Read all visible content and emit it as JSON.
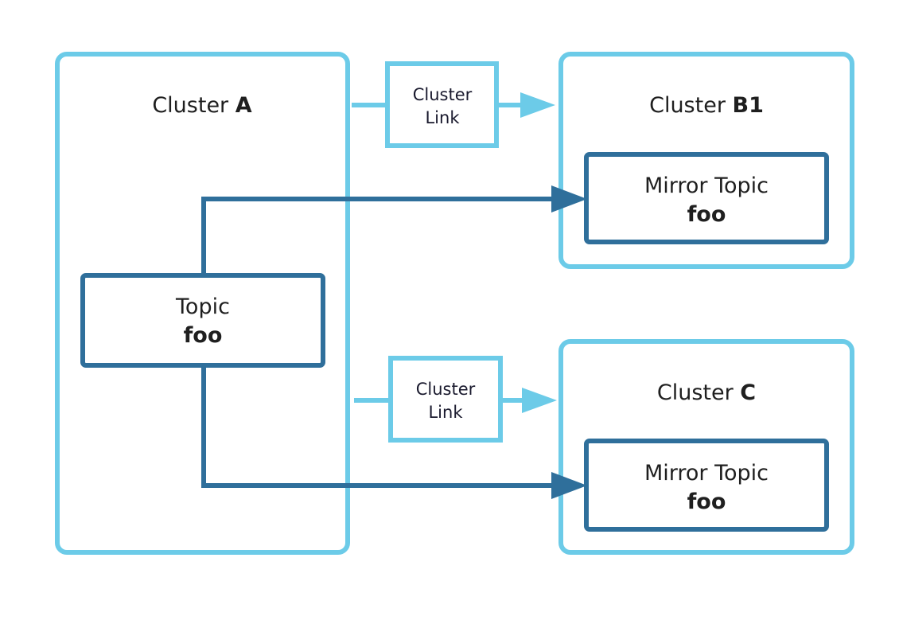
{
  "clusters": {
    "a": {
      "prefix": "Cluster ",
      "name": "A"
    },
    "b1": {
      "prefix": "Cluster ",
      "name": "B1"
    },
    "c": {
      "prefix": "Cluster ",
      "name": "C"
    }
  },
  "source_topic": {
    "label": "Topic",
    "name": "foo"
  },
  "mirror_topics": {
    "b1": {
      "label": "Mirror Topic",
      "name": "foo"
    },
    "c": {
      "label": "Mirror Topic",
      "name": "foo"
    }
  },
  "cluster_links": {
    "top": {
      "line1": "Cluster",
      "line2": "Link"
    },
    "bottom": {
      "line1": "Cluster",
      "line2": "Link"
    }
  },
  "colors": {
    "light_blue": "#6ccbe8",
    "dark_blue": "#2f6f9b",
    "text": "#1f1f1f"
  }
}
